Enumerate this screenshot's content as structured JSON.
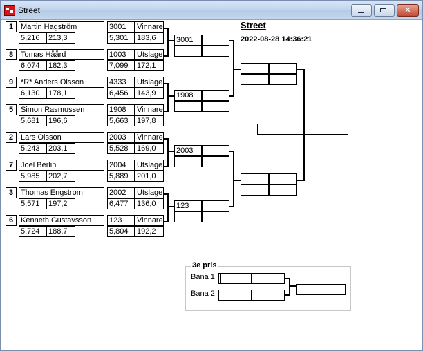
{
  "window": {
    "title": "Street"
  },
  "header": {
    "title": "Street",
    "datetime": "2022-08-28 14:36:21"
  },
  "round1": [
    {
      "seed": "1",
      "name": "Martin Hagström",
      "time": "5,216",
      "speed": "213,3",
      "lane_no": "3001",
      "status": "Vinnare",
      "res_time": "5,301",
      "res_speed": "183,6"
    },
    {
      "seed": "8",
      "name": "Tomas  Håård",
      "time": "6,074",
      "speed": "182,3",
      "lane_no": "1003",
      "status": "Utslagen",
      "res_time": "7,099",
      "res_speed": "172,1"
    },
    {
      "seed": "9",
      "name": "*R* Anders Olsson",
      "time": "6,130",
      "speed": "178,1",
      "lane_no": "4333",
      "status": "Utslagen",
      "res_time": "6,456",
      "res_speed": "143,9"
    },
    {
      "seed": "5",
      "name": "Simon  Rasmussen",
      "time": "5,681",
      "speed": "196,6",
      "lane_no": "1908",
      "status": "Vinnare",
      "res_time": "5,663",
      "res_speed": "197,8"
    },
    {
      "seed": "2",
      "name": "Lars Olsson",
      "time": "5,243",
      "speed": "203,1",
      "lane_no": "2003",
      "status": "Vinnare",
      "res_time": "5,528",
      "res_speed": "169,0"
    },
    {
      "seed": "7",
      "name": "Joel Berlin",
      "time": "5,985",
      "speed": "202,7",
      "lane_no": "2004",
      "status": "Utslagen",
      "res_time": "5,889",
      "res_speed": "201,0"
    },
    {
      "seed": "3",
      "name": "Thomas Engstrom",
      "time": "5,571",
      "speed": "197,2",
      "lane_no": "2002",
      "status": "Utslagen",
      "res_time": "6,477",
      "res_speed": "136,0"
    },
    {
      "seed": "6",
      "name": "Kenneth Gustavsson",
      "time": "5,724",
      "speed": "188,7",
      "lane_no": "123",
      "status": "Vinnare",
      "res_time": "5,804",
      "res_speed": "192,2"
    }
  ],
  "quarterfinals": [
    {
      "top": "3001",
      "top_right": "",
      "bottom_left": "",
      "bottom_right": ""
    },
    {
      "top": "1908",
      "top_right": "",
      "bottom_left": "",
      "bottom_right": ""
    },
    {
      "top": "2003",
      "top_right": "",
      "bottom_left": "",
      "bottom_right": ""
    },
    {
      "top": "123",
      "top_right": "",
      "bottom_left": "",
      "bottom_right": ""
    }
  ],
  "semifinals": [
    {
      "a": "",
      "b": "",
      "c": "",
      "d": ""
    },
    {
      "a": "",
      "b": "",
      "c": "",
      "d": ""
    }
  ],
  "final": {
    "winner": ""
  },
  "third_place": {
    "label": "3e pris",
    "lane1_label": "Bana 1",
    "lane2_label": "Bana 2",
    "lane1": [
      "",
      ""
    ],
    "lane2": [
      "",
      ""
    ],
    "winner": ""
  }
}
